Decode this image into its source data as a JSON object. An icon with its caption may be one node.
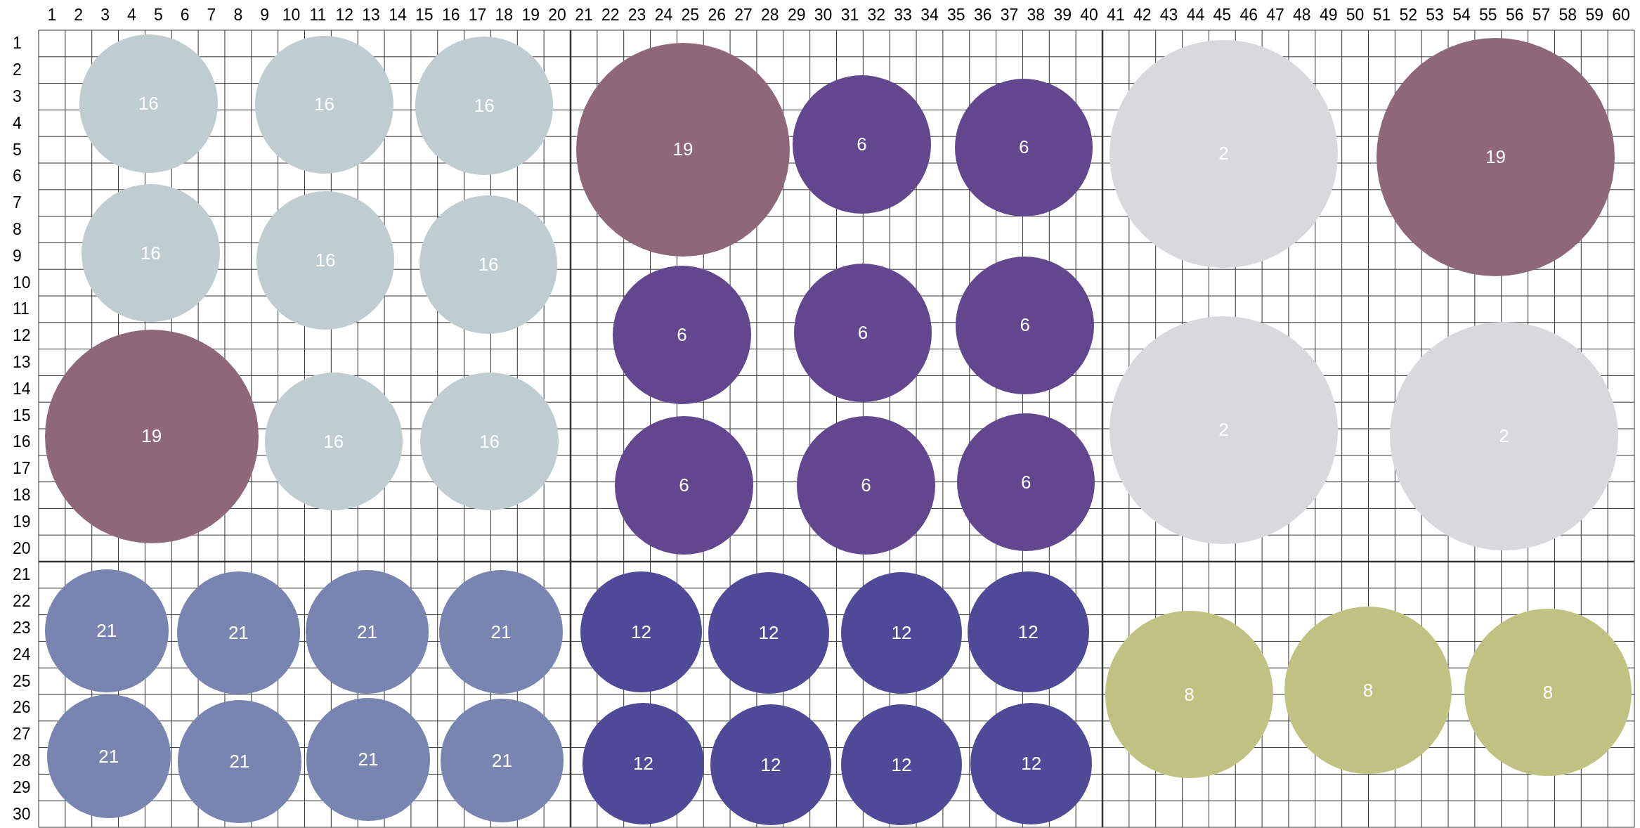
{
  "diagram": {
    "nodes": [
      {
        "text": [
          "16"
        ]
      },
      {
        "text": [
          "16"
        ]
      },
      {
        "text": [
          "16"
        ]
      },
      {
        "text": [
          "19"
        ]
      },
      {
        "text": [
          "6"
        ]
      },
      {
        "text": [
          "6"
        ]
      },
      {
        "text": [
          "2"
        ]
      },
      {
        "text": [
          "19"
        ]
      },
      {
        "text": [
          "16"
        ]
      },
      {
        "text": [
          "16"
        ]
      },
      {
        "text": [
          "16"
        ]
      },
      {
        "text": [
          "6"
        ]
      },
      {
        "text": [
          "6"
        ]
      },
      {
        "text": [
          "6"
        ]
      },
      {
        "text": [
          "19"
        ]
      },
      {
        "text": [
          "16"
        ]
      },
      {
        "text": [
          "16"
        ]
      },
      {
        "text": [
          "2"
        ]
      },
      {
        "text": [
          "2"
        ]
      },
      {
        "text": [
          "6"
        ]
      },
      {
        "text": [
          "6"
        ]
      },
      {
        "text": [
          "6"
        ]
      },
      {
        "text": [
          "21"
        ]
      },
      {
        "text": [
          "21"
        ]
      },
      {
        "text": [
          "21"
        ]
      },
      {
        "text": [
          "21"
        ]
      },
      {
        "text": [
          "12"
        ]
      },
      {
        "text": [
          "12"
        ]
      },
      {
        "text": [
          "12"
        ]
      },
      {
        "text": [
          "12"
        ]
      },
      {
        "text": [
          "8"
        ]
      },
      {
        "text": [
          "8"
        ]
      },
      {
        "text": [
          "8"
        ]
      },
      {
        "text": [
          "21"
        ]
      },
      {
        "text": [
          "21"
        ]
      },
      {
        "text": [
          "21"
        ]
      },
      {
        "text": [
          "21"
        ]
      },
      {
        "text": [
          "12"
        ]
      },
      {
        "text": [
          "12"
        ]
      },
      {
        "text": [
          "12"
        ]
      },
      {
        "text": [
          "12"
        ]
      }
    ],
    "labels": [
      "1",
      "2",
      "3",
      "4",
      "5",
      "6",
      "7",
      "8",
      "9",
      "10",
      "11",
      "12",
      "13",
      "14",
      "15",
      "16",
      "17",
      "18",
      "19",
      "20",
      "21",
      "22",
      "23",
      "24",
      "25",
      "26",
      "27",
      "28",
      "29",
      "30",
      "31",
      "32",
      "33",
      "34",
      "35",
      "36",
      "37",
      "38",
      "39",
      "40",
      "41",
      "42",
      "43",
      "44",
      "45",
      "46",
      "47",
      "48",
      "49",
      "50",
      "51",
      "52",
      "53",
      "54",
      "55",
      "56",
      "57",
      "58",
      "59",
      "60",
      "1",
      "2",
      "3",
      "4",
      "5",
      "6",
      "7",
      "8",
      "9",
      "10",
      "11",
      "12",
      "13",
      "14",
      "15",
      "16",
      "17",
      "18",
      "19",
      "20",
      "21",
      "22",
      "23",
      "24",
      "25",
      "26",
      "27",
      "28",
      "29",
      "30"
    ]
  }
}
